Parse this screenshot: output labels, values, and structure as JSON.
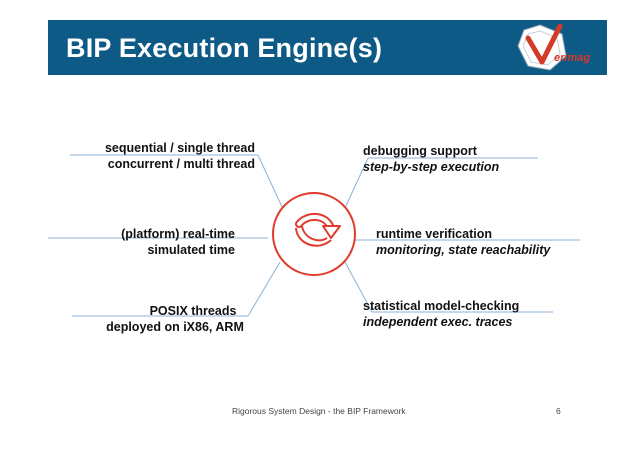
{
  "header": {
    "title": "BIP Execution Engine(s)",
    "bar_color": "#0e5a86",
    "logo_text": "Verimag"
  },
  "branches": {
    "left_top": {
      "line1": "sequential / single thread",
      "line2": "concurrent / multi thread"
    },
    "left_mid": {
      "line1": "(platform) real-time",
      "line2": "simulated time"
    },
    "left_bottom": {
      "line1": "POSIX threads",
      "line2": "deployed on iX86, ARM"
    },
    "right_top": {
      "line1": "debugging support",
      "line2": "step-by-step execution"
    },
    "right_mid": {
      "line1": "runtime verification",
      "line2": "monitoring, state reachability"
    },
    "right_bottom": {
      "line1": "statistical model-checking",
      "line2": "independent exec. traces"
    }
  },
  "center_icon": {
    "name": "cycle-icon",
    "color": "#e03c2e"
  },
  "colors": {
    "branch_line": "#8fb2d6"
  },
  "footer": {
    "text": "Rigorous System Design -  the BIP Framework",
    "page": "6"
  }
}
